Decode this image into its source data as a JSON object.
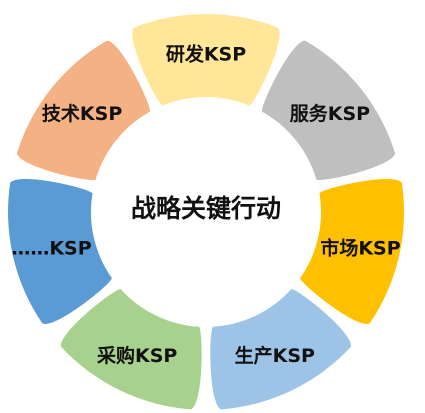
{
  "diagram": {
    "center_title": "战略关键行动",
    "segments": [
      {
        "label": "研发KSP",
        "color": "#FFE699"
      },
      {
        "label": "服务KSP",
        "color": "#BFBFBF"
      },
      {
        "label": "市场KSP",
        "color": "#FFC000"
      },
      {
        "label": "生产KSP",
        "color": "#9DC3E6"
      },
      {
        "label": "采购KSP",
        "color": "#A9D18E"
      },
      {
        "label": "……KSP",
        "color": "#5B9BD5"
      },
      {
        "label": "技术KSP",
        "color": "#F4B183"
      }
    ]
  }
}
